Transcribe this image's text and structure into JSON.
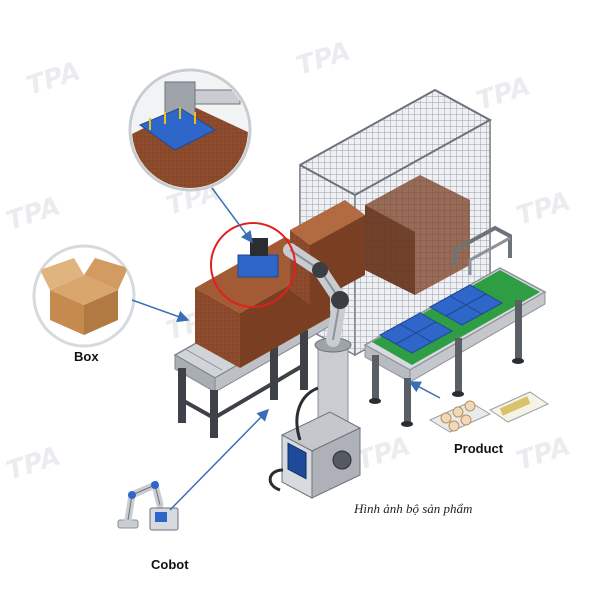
{
  "labels": {
    "box": "Box",
    "product": "Product",
    "cobot": "Cobot"
  },
  "caption": "Hình ảnh bộ sản phẩm",
  "watermark": "TPA",
  "colors": {
    "frame": "#c9ccd1",
    "frame_dark": "#8d9299",
    "carton": "#8b4a2b",
    "carton_light": "#a35b35",
    "tray": "#2f66c9",
    "tray_dark": "#1e4a99",
    "conveyor_belt": "#2e9d44",
    "highlight_circle": "#e02020",
    "arrow": "#3b6fb5"
  }
}
